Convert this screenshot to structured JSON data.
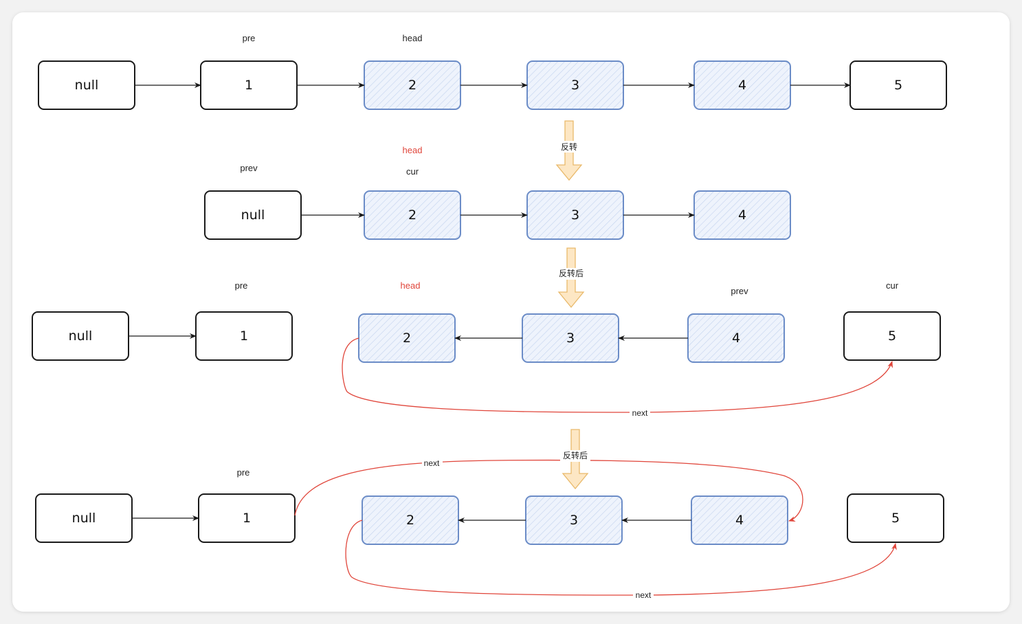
{
  "colors": {
    "plain_stroke": "#1a1a1a",
    "highlight_stroke": "#6b8cc7",
    "highlight_fill": "#e8f0fb",
    "next_link": "#e0453a",
    "step_arrow_fill": "#fde7c4",
    "step_arrow_stroke": "#e9b96a"
  },
  "rows": [
    {
      "name": "original-list",
      "nodes": [
        {
          "value": "null",
          "highlight": false
        },
        {
          "value": "1",
          "highlight": false,
          "pointer": "pre"
        },
        {
          "value": "2",
          "highlight": true,
          "pointer": "head"
        },
        {
          "value": "3",
          "highlight": true
        },
        {
          "value": "4",
          "highlight": true
        },
        {
          "value": "5",
          "highlight": false
        }
      ]
    },
    {
      "name": "sublist-to-reverse",
      "nodes": [
        {
          "value": "null",
          "highlight": false,
          "pointer": "prev"
        },
        {
          "value": "2",
          "highlight": true,
          "pointer": "cur",
          "pointer_red": "head"
        },
        {
          "value": "3",
          "highlight": true
        },
        {
          "value": "4",
          "highlight": true
        }
      ]
    },
    {
      "name": "after-reverse",
      "nodes": [
        {
          "value": "null",
          "highlight": false
        },
        {
          "value": "1",
          "highlight": false,
          "pointer": "pre"
        },
        {
          "value": "2",
          "highlight": true,
          "pointer_red": "head"
        },
        {
          "value": "3",
          "highlight": true
        },
        {
          "value": "4",
          "highlight": true,
          "pointer": "prev"
        },
        {
          "value": "5",
          "highlight": false,
          "pointer": "cur"
        }
      ],
      "next_links": [
        "next"
      ]
    },
    {
      "name": "reconnected",
      "nodes": [
        {
          "value": "null",
          "highlight": false
        },
        {
          "value": "1",
          "highlight": false,
          "pointer": "pre"
        },
        {
          "value": "2",
          "highlight": true
        },
        {
          "value": "3",
          "highlight": true
        },
        {
          "value": "4",
          "highlight": true
        },
        {
          "value": "5",
          "highlight": false
        }
      ],
      "next_links": [
        "next",
        "next"
      ]
    }
  ],
  "steps": [
    "反转",
    "反转后",
    "反转后"
  ]
}
